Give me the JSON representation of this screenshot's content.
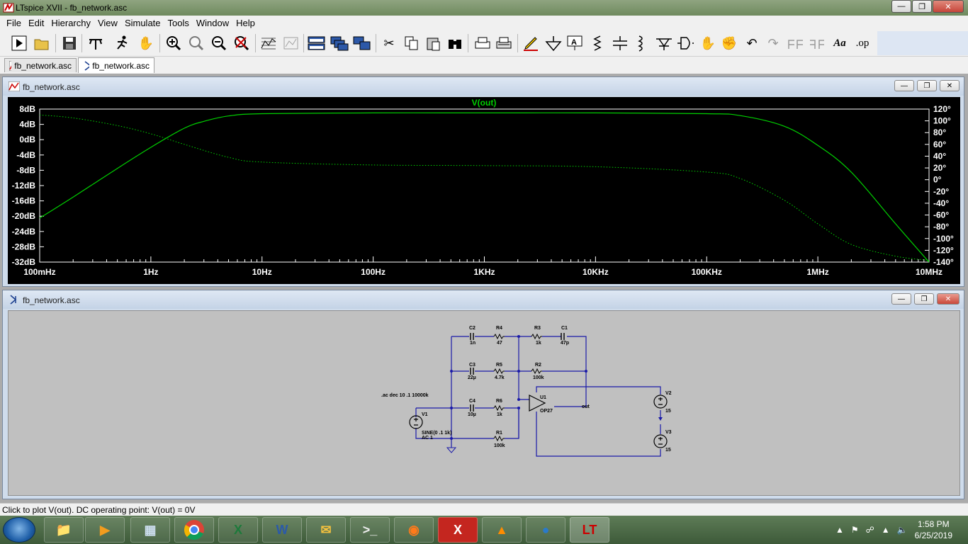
{
  "window": {
    "title": "LTspice XVII - fb_network.asc"
  },
  "menu": [
    "File",
    "Edit",
    "Hierarchy",
    "View",
    "Simulate",
    "Tools",
    "Window",
    "Help"
  ],
  "toolbar": {
    "icons": [
      "run-icon",
      "open-icon",
      "save-icon",
      "control-panel-icon",
      "halt-icon",
      "pan-hand-icon",
      "zoom-in-icon",
      "zoom-area-icon",
      "zoom-out-icon",
      "zoom-fit-icon",
      "autorange-icon",
      "tile-icon",
      "tile-horizontal-icon",
      "cascade-icon",
      "window-icon",
      "cut-icon",
      "copy-icon",
      "paste-icon",
      "find-icon",
      "print-icon",
      "print-preview-icon",
      "pencil-icon",
      "ground-icon",
      "label-icon",
      "resistor-icon",
      "capacitor-icon",
      "inductor-icon",
      "diode-icon",
      "component-icon",
      "move-icon",
      "drag-icon",
      "undo-icon",
      "redo-icon",
      "rotate-icon",
      "mirror-icon",
      "text-icon",
      "spice-directive-icon"
    ],
    "spice_directive_label": ".op",
    "text_label": "Aa"
  },
  "tabs": [
    {
      "label": "fb_network.asc",
      "icon": "waveform-icon"
    },
    {
      "label": "fb_network.asc",
      "icon": "schematic-icon"
    }
  ],
  "plot_window": {
    "title": "fb_network.asc",
    "trace_label": "V(out)",
    "trace_color": "#00d000"
  },
  "chart_data": {
    "type": "line",
    "title": "V(out)",
    "x_scale": "log",
    "xlim_hz": [
      0.1,
      10000000
    ],
    "x_tick_labels": [
      "100mHz",
      "1Hz",
      "10Hz",
      "100Hz",
      "1KHz",
      "10KHz",
      "100KHz",
      "1MHz",
      "10MHz"
    ],
    "left_axis_ticks": [
      "8dB",
      "4dB",
      "0dB",
      "-4dB",
      "-8dB",
      "-12dB",
      "-16dB",
      "-20dB",
      "-24dB",
      "-28dB",
      "-32dB"
    ],
    "right_axis_ticks": [
      "120°",
      "100°",
      "80°",
      "60°",
      "40°",
      "20°",
      "0°",
      "-20°",
      "-40°",
      "-60°",
      "-80°",
      "-100°",
      "-120°",
      "-140°"
    ],
    "ylim_db": [
      -32,
      8
    ],
    "ylim_deg": [
      -140,
      120
    ],
    "series": [
      {
        "style": "solid",
        "x": [
          0.1,
          0.2,
          0.5,
          1,
          2,
          3,
          5,
          10,
          100,
          1000,
          10000,
          100000,
          200000,
          500000,
          1000000,
          2000000,
          5000000,
          10000000
        ],
        "y": [
          -20.5,
          -15,
          -7.5,
          -2,
          3,
          4.8,
          6.2,
          6.8,
          7.0,
          7.0,
          7.0,
          6.8,
          6.3,
          3.5,
          -1.5,
          -8.5,
          -22,
          -32
        ]
      },
      {
        "style": "dotted",
        "x": [
          0.1,
          0.2,
          0.5,
          1,
          2,
          5,
          10,
          100,
          1000,
          10000,
          100000,
          200000,
          500000,
          1000000,
          2000000,
          5000000,
          10000000
        ],
        "y": [
          110,
          105,
          92,
          78,
          60,
          38,
          30,
          25,
          24,
          22,
          13,
          2,
          -35,
          -75,
          -110,
          -130,
          -137
        ]
      }
    ]
  },
  "schematic_window": {
    "title": "fb_network.asc",
    "directive": ".ac dec 10 .1 10000k",
    "components": {
      "C2": "1n",
      "R4": "47",
      "R3": "1k",
      "C1": "47p",
      "C3": "22µ",
      "R5": "4.7k",
      "R2": "100k",
      "C4": "10µ",
      "R6": "1k",
      "R1": "100k",
      "U1": "OP27",
      "V2": "15",
      "V3": "15"
    },
    "v1_name": "V1",
    "v1_value_line1": "SINE(0 .1 1k)",
    "v1_value_line2": "AC 1",
    "net_label": "out"
  },
  "status": "Click to plot V(out).  DC operating point: V(out) = 0V",
  "taskbar": {
    "apps": [
      "explorer-icon",
      "media-player-icon",
      "calculator-icon",
      "chrome-icon",
      "excel-icon",
      "word-icon",
      "outlook-icon",
      "cmd-icon",
      "firefox-icon",
      "xampp-icon",
      "vlc-icon",
      "thunderbird-icon",
      "ltspice-icon"
    ],
    "time": "1:58 PM",
    "date": "6/25/2019"
  }
}
